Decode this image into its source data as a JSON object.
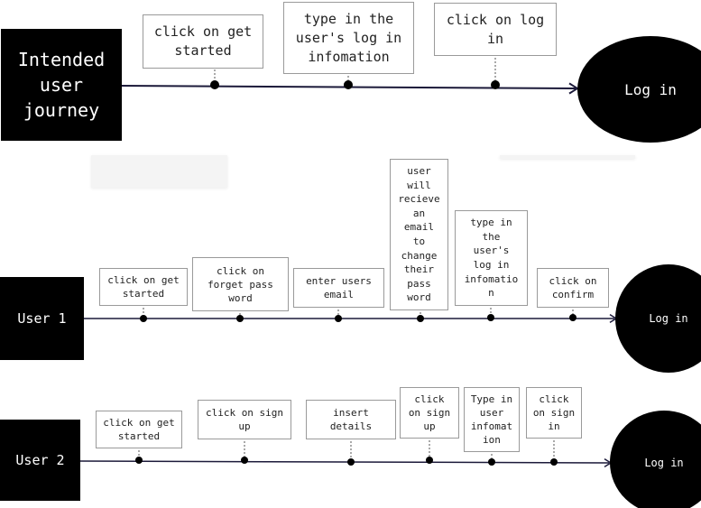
{
  "colors": {
    "line": "#1c1a3a",
    "dot": "#000000",
    "block": "#000000",
    "box_border": "#9a9a9a"
  },
  "rows": [
    {
      "label": "Intended\nuser\njourney",
      "end_label": "Log in",
      "steps": [
        "click on get\nstarted",
        "type in the\nuser's log in\ninfomation",
        "click on log\nin"
      ]
    },
    {
      "label": "User 1",
      "end_label": "Log in",
      "steps": [
        "click on get\nstarted",
        "click on\nforget pass\nword",
        "enter users\nemail",
        "user\nwill\nrecieve\nan\nemail\nto\nchange\ntheir\npass\nword",
        "type in\nthe\nuser's\nlog in\ninfomatio\nn",
        "click on\nconfirm"
      ]
    },
    {
      "label": "User 2",
      "end_label": "Log in",
      "steps": [
        "click on get\nstarted",
        "click on sign\nup",
        "insert\ndetails",
        "click\non sign\nup",
        "Type in\nuser\ninfomat\nion",
        "click\non sign\nin"
      ]
    }
  ]
}
